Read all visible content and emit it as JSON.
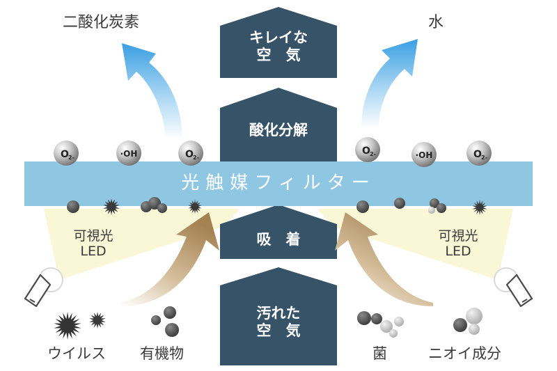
{
  "top_left_label": "二酸化炭素",
  "top_right_label": "水",
  "center_top_box": {
    "line1": "キレイな",
    "line2": "空　気"
  },
  "center_mid_box": "酸化分解",
  "filter_label": "光触媒フィルター",
  "center_lower_box": "吸　着",
  "center_bottom_box": {
    "line1": "汚れた",
    "line2": "空　気"
  },
  "led_left": {
    "line1": "可視光",
    "line2": "LED"
  },
  "led_right": {
    "line1": "可視光",
    "line2": "LED"
  },
  "bottom_labels": {
    "virus": "ウイルス",
    "organic": "有機物",
    "bacteria": "菌",
    "odor": "ニオイ成分"
  },
  "radicals": {
    "superoxide": {
      "main": "O",
      "sub": "2-"
    },
    "hydroxyl": "·OH"
  },
  "colors": {
    "filter": "#8fc7e2",
    "center_column": "#375368",
    "light_beam": "#f9f7d6",
    "arrow_blue": "#4aa9e6",
    "arrow_tan": "#b2936a",
    "text": "#3a3a3a"
  }
}
